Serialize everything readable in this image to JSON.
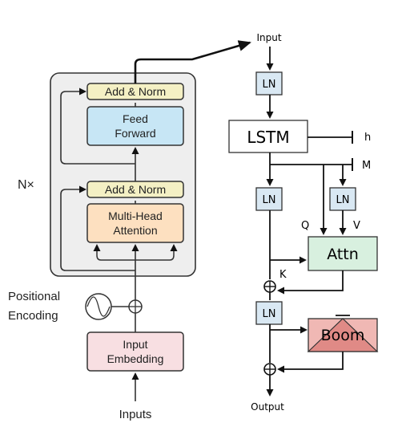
{
  "left": {
    "nx_label": "N×",
    "add_norm_top": "Add & Norm",
    "feed_forward_1": "Feed",
    "feed_forward_2": "Forward",
    "add_norm_bottom": "Add & Norm",
    "mha_1": "Multi-Head",
    "mha_2": "Attention",
    "pos_enc_1": "Positional",
    "pos_enc_2": "Encoding",
    "input_emb_1": "Input",
    "input_emb_2": "Embedding",
    "inputs_label": "Inputs"
  },
  "right": {
    "input_label": "Input",
    "ln_1": "LN",
    "lstm": "LSTM",
    "h_label": "h",
    "m_label": "M",
    "ln_2": "LN",
    "ln_3": "LN",
    "q_label": "Q",
    "v_label": "V",
    "k_label": "K",
    "attn": "Attn",
    "ln_4": "LN",
    "boom": "Boom",
    "output_label": "Output"
  },
  "colors": {
    "add_norm": "#f4f0c4",
    "feed_forward": "#c7e6f5",
    "multi_head": "#fde0c0",
    "input_embedding": "#f8dfe2",
    "ln": "#d9e8f3",
    "attn": "#d8f0df",
    "boom": "#f0b8b4",
    "boom_triangle": "#e08a86"
  }
}
